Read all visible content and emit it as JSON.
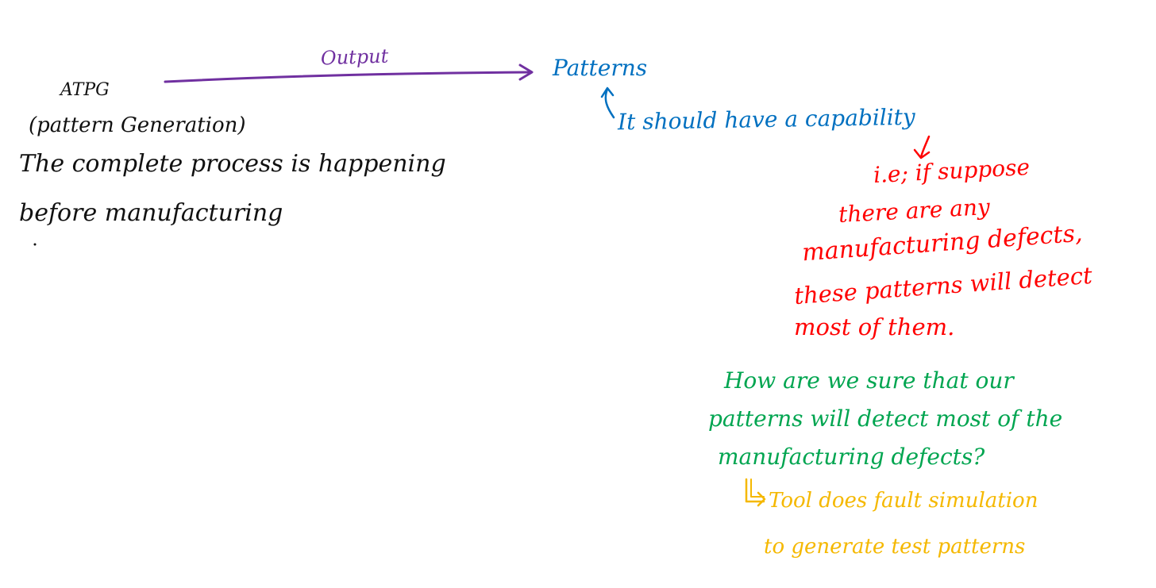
{
  "colors": {
    "black": "#111111",
    "purple": "#7030a0",
    "blue": "#0070c0",
    "red": "#ff0000",
    "green": "#00a550",
    "yellow": "#f5b800"
  },
  "left_notes": {
    "atpg": "ATPG",
    "pattern_generation": "(pattern Generation)",
    "line1": "The complete process is happening",
    "line2": "before manufacturing"
  },
  "arrow_label": "Output",
  "patterns": "Patterns",
  "capability": "It should have a capability",
  "defect_note": {
    "line1": "i.e; if suppose",
    "line2": "there are any",
    "line3": "manufacturing defects,",
    "line4": "these patterns will detect",
    "line5": "most of them."
  },
  "question": {
    "line1": "How are we sure that our",
    "line2": "patterns will detect most of the",
    "line3": "manufacturing defects?"
  },
  "answer": {
    "line1": "Tool does fault simulation",
    "line2": "to generate test patterns"
  }
}
